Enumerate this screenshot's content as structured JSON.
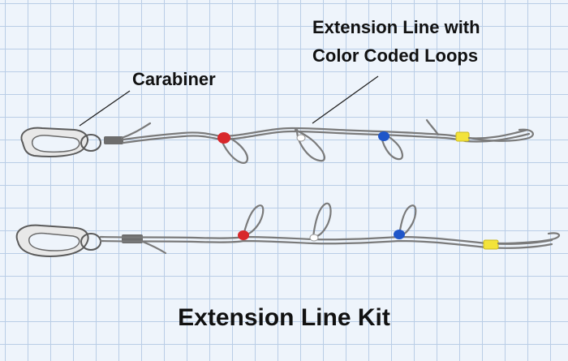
{
  "labels": {
    "carabiner": "Carabiner",
    "extension_line_line1": "Extension Line with",
    "extension_line_line2": "Color Coded Loops",
    "title": "Extension Line Kit"
  },
  "colors": {
    "background": "#eef4fb",
    "grid": "#b9cde6",
    "rope": "#7a7a7a",
    "red_marker": "#d8272b",
    "white_marker": "#f2f2f2",
    "blue_marker": "#1f56c9",
    "yellow_marker": "#f3e33a",
    "sleeve": "#6d6d6d"
  },
  "icons": [
    "carabiner-icon",
    "rope-icon",
    "loop-icon"
  ]
}
